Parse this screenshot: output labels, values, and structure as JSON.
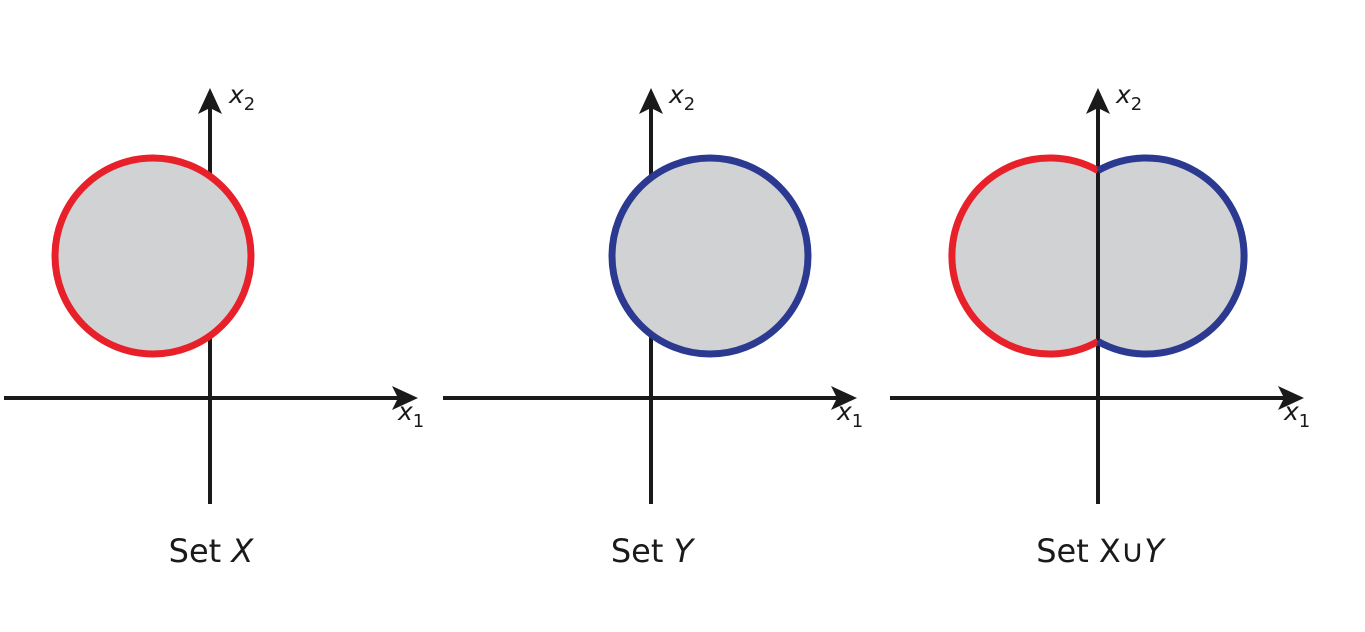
{
  "colors": {
    "set_x_boundary": "#e8202a",
    "set_y_boundary": "#2b3990",
    "region_fill": "#d1d2d4",
    "axis": "#1a1a1a"
  },
  "axes": {
    "x_label_base": "x",
    "x_label_sub": "1",
    "y_label_base": "x",
    "y_label_sub": "2"
  },
  "panels": [
    {
      "caption_prefix": "Set",
      "caption_main": "",
      "caption_italic": "X"
    },
    {
      "caption_prefix": "Set",
      "caption_main": "",
      "caption_italic": "Y"
    },
    {
      "caption_prefix": "Set",
      "caption_main": "X∪",
      "caption_italic": "Y"
    }
  ]
}
